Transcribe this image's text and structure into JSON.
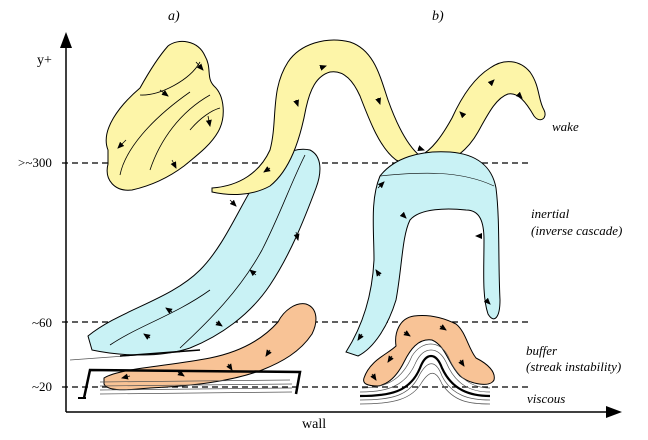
{
  "panel_labels": {
    "a": "a)",
    "b": "b)"
  },
  "axes": {
    "y_label": "y+",
    "x_label": "wall"
  },
  "levels": [
    {
      "label": "~20"
    },
    {
      "label": "~60"
    },
    {
      "label": ">~300"
    }
  ],
  "layers": {
    "wake": "wake",
    "inertial_line1": "inertial",
    "inertial_line2": "(inverse cascade)",
    "buffer_line1": "buffer",
    "buffer_line2": "(streak instability)",
    "viscous": "viscous"
  },
  "colors": {
    "wake_fill": "#fdf5a8",
    "inertial_fill": "#c9f2f5",
    "buffer_fill": "#f8c396",
    "outline": "#000000"
  }
}
